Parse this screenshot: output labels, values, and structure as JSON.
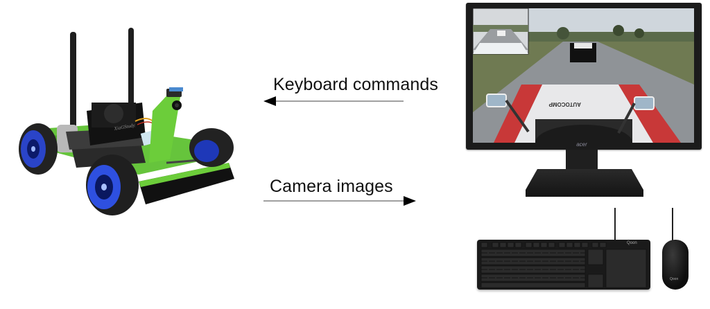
{
  "diagram": {
    "title": "",
    "nodes": [
      {
        "id": "robot-car",
        "label": "",
        "description": "Green robot car with two antennas, cooling fan heatsink and front camera",
        "heatsink_text": "XiaGStudy"
      },
      {
        "id": "computer",
        "label": "",
        "description": "Monitor showing racing-car driving view with picture-in-picture camera feed, plus keyboard and mouse",
        "monitor_brand": "acer",
        "keyboard_brand": "Qoon",
        "mouse_brand": "Qoon"
      }
    ],
    "edges": [
      {
        "from": "computer",
        "to": "robot-car",
        "label": "Keyboard commands",
        "direction": "left"
      },
      {
        "from": "robot-car",
        "to": "computer",
        "label": "Camera images",
        "direction": "right"
      }
    ]
  },
  "labels": {
    "keyboard_commands": "Keyboard commands",
    "camera_images": "Camera images"
  },
  "brands": {
    "monitor": "acer",
    "peripherals": "Qoon",
    "car_heatsink": "XiaGStudy"
  },
  "colors": {
    "background": "#ffffff",
    "arrow": "#000000",
    "arrow_line": "#808080",
    "car_green": "#6cc644",
    "wheel_blue": "#2e4fd8",
    "device_black": "#1a1a1a"
  }
}
